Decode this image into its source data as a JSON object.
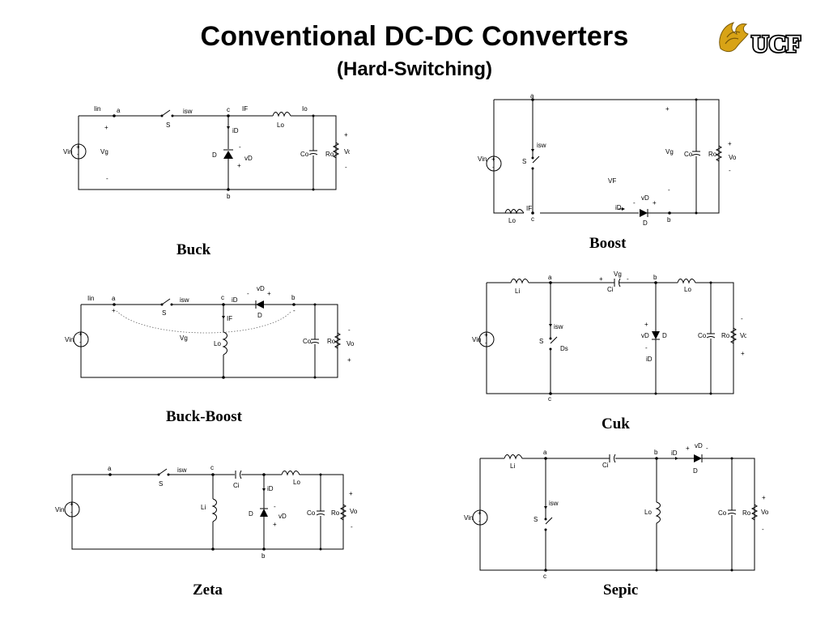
{
  "title": "Conventional DC-DC Converters",
  "subtitle": "(Hard-Switching)",
  "logo": {
    "text": "UCF",
    "color": "#d8a316"
  },
  "circuits": {
    "buck": {
      "caption": "Buck",
      "labels": {
        "iin": "Iin",
        "a": "a",
        "isw": "isw",
        "c": "c",
        "iF": "IF",
        "io": "Io",
        "s": "S",
        "lo": "Lo",
        "iD": "iD",
        "vin": "Vin",
        "vg": "Vg",
        "plus": "+",
        "minus": "-",
        "d": "D",
        "vD": "vD",
        "co": "Co",
        "ro": "Ro",
        "vo": "Vo",
        "b": "b"
      }
    },
    "boost": {
      "caption": "Boost",
      "labels": {
        "a": "a",
        "isw": "isw",
        "s": "S",
        "vin": "Vin",
        "vF": "VF",
        "vg": "Vg",
        "co": "Co",
        "ro": "Ro",
        "vo": "Vo",
        "plus": "+",
        "minus": "-",
        "vD": "vD",
        "iD": "iD",
        "d": "D",
        "b": "b",
        "iF": "IF",
        "lo": "Lo",
        "c": "c"
      }
    },
    "buckboost": {
      "caption": "Buck-Boost",
      "labels": {
        "iin": "Iin",
        "a": "a",
        "s": "S",
        "isw": "isw",
        "c": "c",
        "iD": "iD",
        "vD": "vD",
        "d": "D",
        "b": "b",
        "plus": "+",
        "minus": "-",
        "vin": "Vin",
        "vg": "Vg",
        "iF": "IF",
        "lo": "Lo",
        "co": "Co",
        "ro": "Ro",
        "vo": "Vo"
      }
    },
    "cuk": {
      "caption": "Cuk",
      "labels": {
        "li": "Li",
        "a": "a",
        "vg": "Vg",
        "ci": "Ci",
        "b": "b",
        "lo": "Lo",
        "plus": "+",
        "minus": "-",
        "vin": "Vin",
        "isw": "isw",
        "s": "S",
        "ds": "Ds",
        "vD": "vD",
        "d": "D",
        "iD": "iD",
        "co": "Co",
        "ro": "Ro",
        "vo": "Vo",
        "c": "c"
      }
    },
    "zeta": {
      "caption": "Zeta",
      "labels": {
        "a": "a",
        "isw": "isw",
        "c": "c",
        "s": "S",
        "ci": "Ci",
        "lo": "Lo",
        "iD": "iD",
        "vin": "Vin",
        "li": "Li",
        "d": "D",
        "vD": "vD",
        "co": "Co",
        "ro": "Ro",
        "vo": "Vo",
        "plus": "+",
        "minus": "-",
        "b": "b"
      }
    },
    "sepic": {
      "caption": "Sepic",
      "labels": {
        "a": "a",
        "b": "b",
        "iD": "iD",
        "vD": "vD",
        "plus": "+",
        "minus": "-",
        "li": "Li",
        "ci": "Ci",
        "d": "D",
        "isw": "isw",
        "s": "S",
        "vin": "Vin",
        "lo": "Lo",
        "co": "Co",
        "ro": "Ro",
        "vo": "Vo",
        "c": "c"
      }
    }
  }
}
